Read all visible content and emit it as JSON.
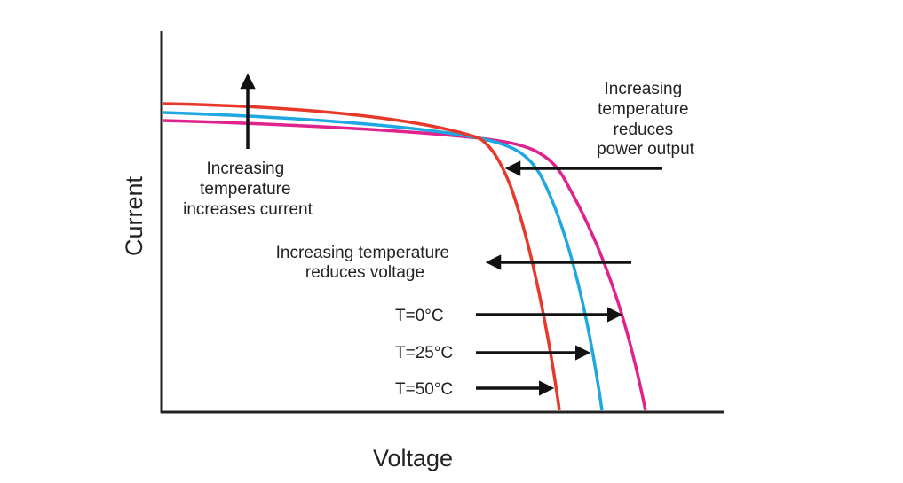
{
  "chart_data": {
    "type": "line",
    "title": "",
    "xlabel": "Voltage",
    "ylabel": "Current",
    "grid": false,
    "legend": "none",
    "series": [
      {
        "name": "T=0°C",
        "color": "#e0228c"
      },
      {
        "name": "T=25°C",
        "color": "#1ea7e1"
      },
      {
        "name": "T=50°C",
        "color": "#e8382a"
      }
    ],
    "annotations": {
      "current": [
        "Increasing",
        "temperature",
        "increases current"
      ],
      "power": [
        "Increasing",
        "temperature",
        "reduces",
        "power output"
      ],
      "voltage": [
        "Increasing temperature",
        "reduces voltage"
      ]
    },
    "colors": {
      "axis": "#222222",
      "arrow": "#111111",
      "text": "#222222"
    }
  }
}
